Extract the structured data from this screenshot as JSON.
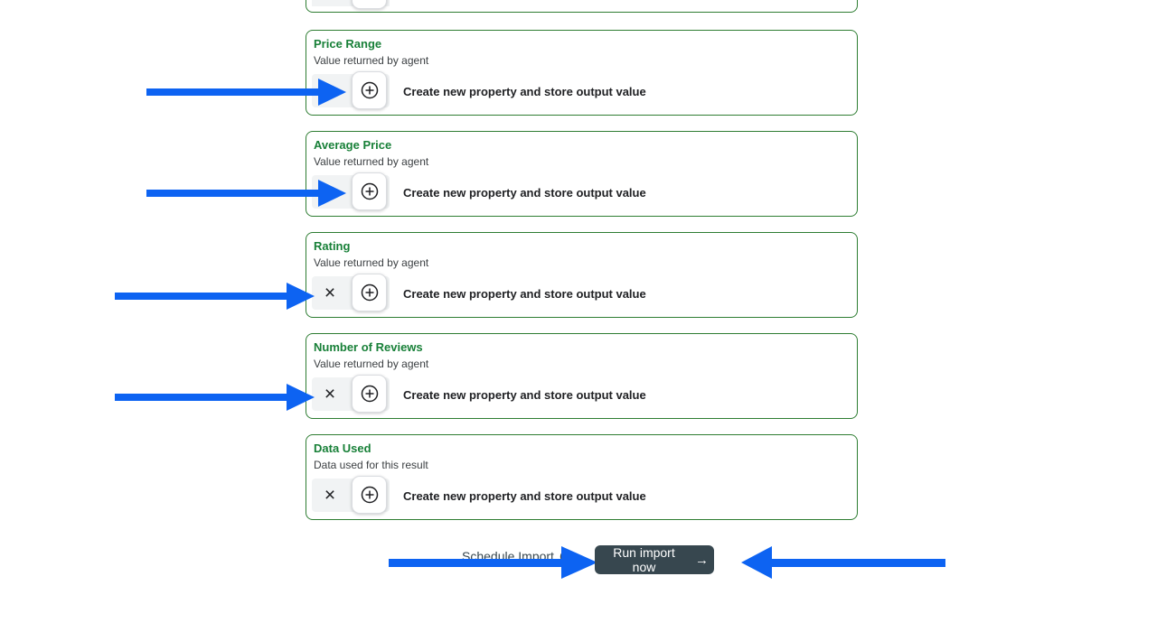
{
  "colors": {
    "card_border": "#2e7d32",
    "title_green": "#188038",
    "subtitle_gray": "#3c4043",
    "text_dark": "#202124",
    "btn_area_bg": "#f1f3f4",
    "plus_border": "#dadce0",
    "arrow_blue": "#0d63f2",
    "run_bg": "#37474f",
    "run_text": "#ffffff",
    "schedule_text": "#37474f"
  },
  "icons": {
    "close_glyph": "×",
    "run_arrow_glyph": "→"
  },
  "cards": [
    {
      "title": "Price Range",
      "subtitle": "Value returned by agent",
      "action_label": "Create new property and store output value"
    },
    {
      "title": "Average Price",
      "subtitle": "Value returned by agent",
      "action_label": "Create new property and store output value"
    },
    {
      "title": "Rating",
      "subtitle": "Value returned by agent",
      "action_label": "Create new property and store output value"
    },
    {
      "title": "Number of Reviews",
      "subtitle": "Value returned by agent",
      "action_label": "Create new property and store output value"
    },
    {
      "title": "Data Used",
      "subtitle": "Data used for this result",
      "action_label": "Create new property and store output value"
    }
  ],
  "footer": {
    "schedule_label": "Schedule Import",
    "run_button_label": "Run import now"
  },
  "annotation_arrows": [
    "right",
    "right",
    "right",
    "right",
    "right",
    "left"
  ]
}
